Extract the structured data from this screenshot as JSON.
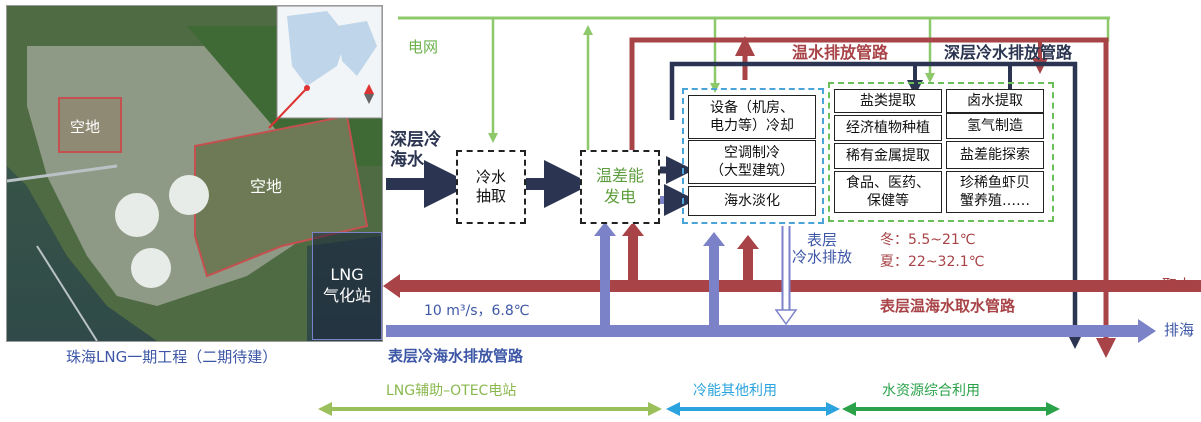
{
  "colors": {
    "navy": "#2b3450",
    "purple": "#7b82c8",
    "red": "#a84347",
    "green": "#8dc96b",
    "blue_dark": "#3d57a6",
    "sky": "#2aa3de",
    "forest": "#2aa24a",
    "olive": "#9ac05b"
  },
  "map": {
    "vacant_small": "空地",
    "vacant_large": "空地",
    "lng_station": "LNG\n气化站",
    "caption": "珠海LNG一期工程（二期待建）"
  },
  "labels": {
    "grid": "电网",
    "warm_discharge_pipe": "温水排放管路",
    "deep_cold_discharge_pipe": "深层冷水排放管路",
    "deep_cold_water": "深层冷\n海水",
    "surface_cold_discharge": "表层\n冷水排放",
    "winter": "冬：5.5~21℃",
    "summer": "夏：22~32.1℃",
    "intake_water": "取水",
    "surface_warm_intake_pipe": "表层温海水取水管路",
    "flow_rate": "10 m³/s，6.8℃",
    "surface_cold_discharge_pipe": "表层冷海水排放管路",
    "drain": "排海"
  },
  "boxes": {
    "cold_intake": "冷水\n抽取",
    "otec": "温差能\n发电",
    "cooling": "设备（机房、\n电力等）冷却",
    "aircon": "空调制冷\n（大型建筑）",
    "desal": "海水淡化",
    "salt": "盐类提取",
    "brine": "卤水提取",
    "plants": "经济植物种植",
    "hydrogen": "氢气制造",
    "metals": "稀有金属提取",
    "salinity": "盐差能探索",
    "food": "食品、医药、\n保健等",
    "aqua": "珍稀鱼虾贝\n蟹养殖……"
  },
  "bottom": {
    "otec_station": "LNG辅助–OTEC电站",
    "cold_energy": "冷能其他利用",
    "water_resource": "水资源综合利用"
  }
}
